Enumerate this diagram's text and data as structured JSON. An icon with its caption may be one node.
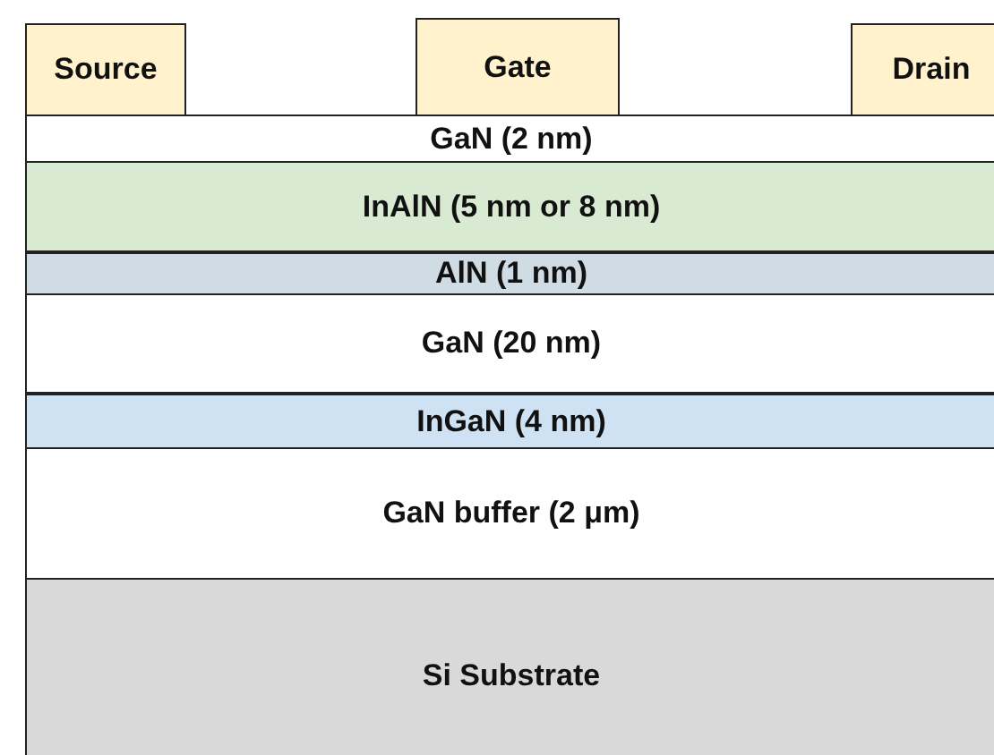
{
  "diagram": {
    "nodes": [
      {
        "text": [
          "Source"
        ]
      },
      {
        "text": [
          "Gate"
        ]
      },
      {
        "text": [
          "Drain"
        ]
      },
      {
        "text": [
          "GaN (2 nm)"
        ]
      },
      {
        "text": [
          "InAlN (5 nm or 8 nm)"
        ]
      },
      {
        "text": [
          "AlN (1 nm)"
        ]
      },
      {
        "text": [
          "GaN (20 nm)"
        ]
      },
      {
        "text": [
          "InGaN (4 nm)"
        ]
      },
      {
        "text": [
          "GaN buffer (2 μm)"
        ]
      },
      {
        "text": [
          "Si Substrate"
        ]
      }
    ]
  }
}
